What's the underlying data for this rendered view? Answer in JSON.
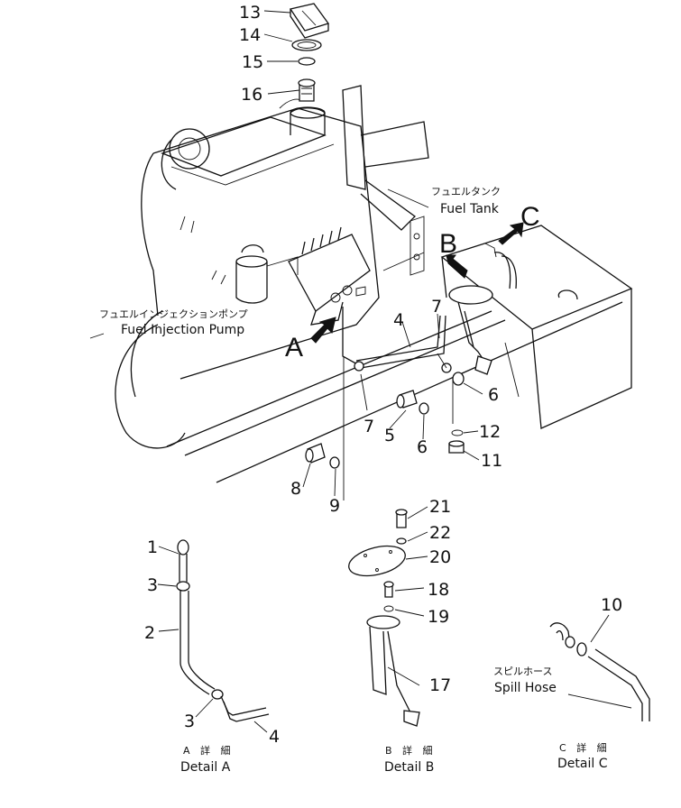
{
  "callouts": {
    "fuel_tank": {
      "jp": "フュエルタンク",
      "en": "Fuel Tank"
    },
    "fuel_injection_pump": {
      "jp": "フュエルインジェクションポンプ",
      "en": "Fuel Injection Pump"
    },
    "spill_hose": {
      "jp": "スピルホース",
      "en": "Spill Hose"
    }
  },
  "view_letters": {
    "a": "A",
    "b": "B",
    "c": "C"
  },
  "part_numbers": {
    "p13": "13",
    "p14": "14",
    "p15": "15",
    "p16": "16",
    "p4_main": "4",
    "p7_top": "7",
    "p7_bottom": "7",
    "p6_right": "6",
    "p12": "12",
    "p11": "11",
    "p5": "5",
    "p6_mid": "6",
    "p8": "8",
    "p9": "9",
    "p1": "1",
    "p3_top": "3",
    "p2": "2",
    "p3_bottom": "3",
    "p4_detail": "4",
    "p21": "21",
    "p22": "22",
    "p20": "20",
    "p18": "18",
    "p19": "19",
    "p17": "17",
    "p10": "10"
  },
  "details": {
    "a": {
      "jp": "A 詳 細",
      "en": "Detail A"
    },
    "b": {
      "jp": "B 詳 細",
      "en": "Detail B"
    },
    "c": {
      "jp": "C 詳 細",
      "en": "Detail C"
    }
  }
}
